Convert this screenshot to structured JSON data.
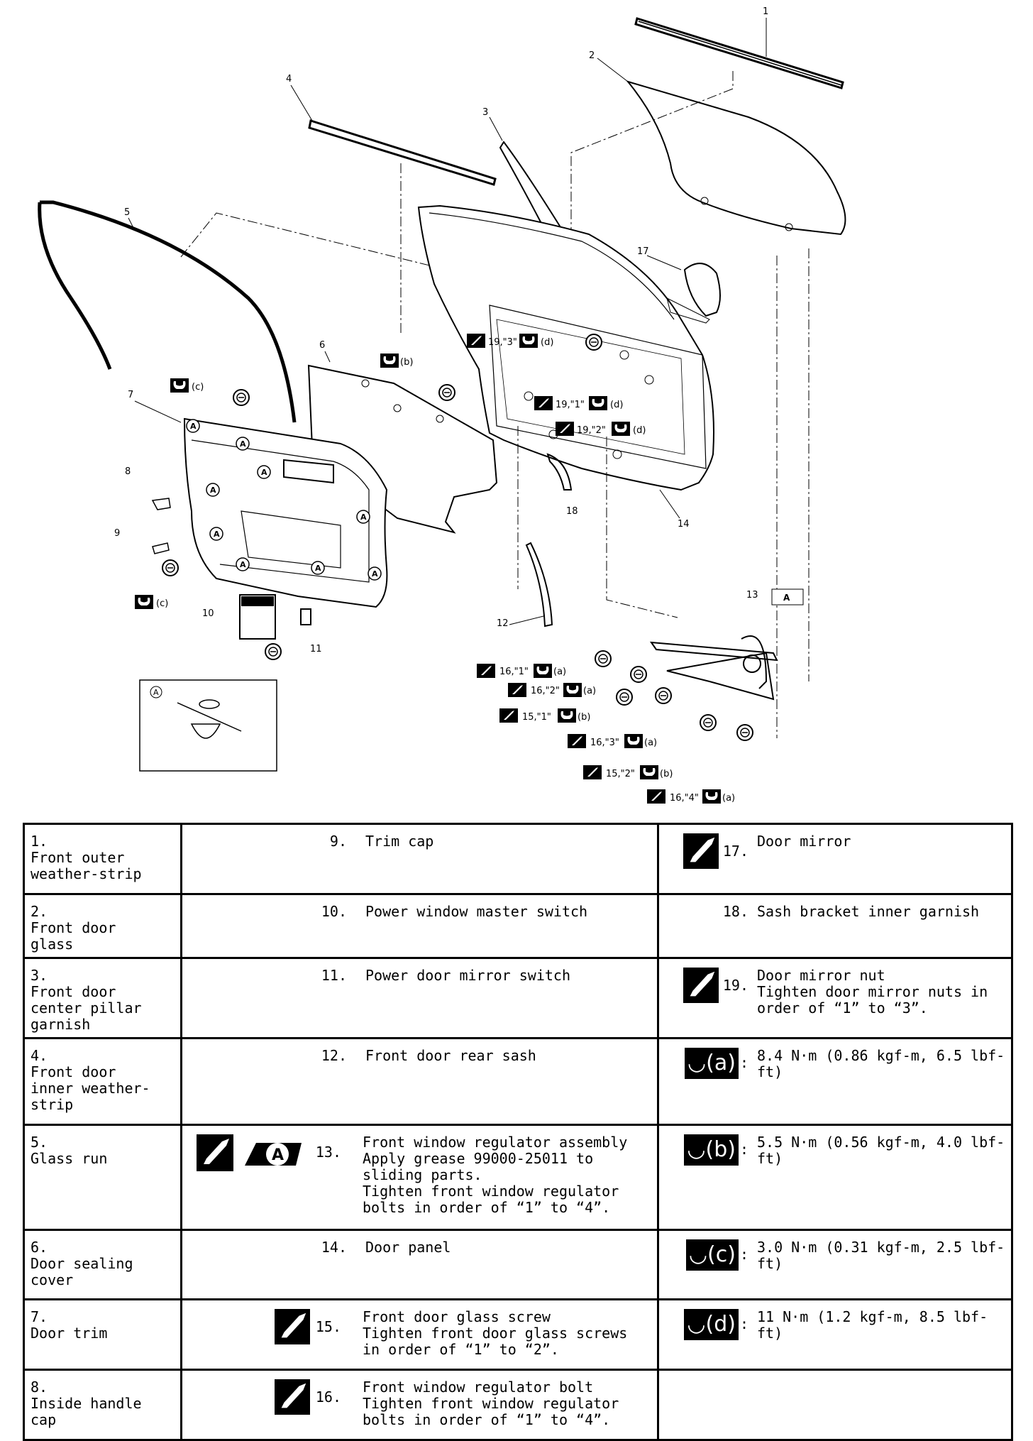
{
  "callouts": {
    "n1": "1",
    "n2": "2",
    "n3": "3",
    "n4": "4",
    "n5": "5",
    "n6": "6",
    "n7": "7",
    "n8": "8",
    "n9": "9",
    "n10": "10",
    "n11": "11",
    "n12": "12",
    "n13": "13",
    "n14": "14",
    "n17": "17",
    "n18": "18"
  },
  "fastener_tags": {
    "t19_3": "19,\"3\"",
    "t19_1": "19,\"1\"",
    "t19_2": "19,\"2\"",
    "t16_1": "16,\"1\"",
    "t16_2": "16,\"2\"",
    "t15_1": "15,\"1\"",
    "t16_3": "16,\"3\"",
    "t15_2": "15,\"2\"",
    "t16_4": "16,\"4\""
  },
  "torque_letters": {
    "a": "(a)",
    "b": "(b)",
    "c": "(c)",
    "d": "(d)"
  },
  "clip_marker": "A",
  "legend": {
    "rows": [
      {
        "n1": "1.",
        "d1": "Front outer weather-strip",
        "n2": "9.",
        "d2": "Trim cap",
        "n3": "17.",
        "d3": "Door mirror"
      },
      {
        "n1": "2.",
        "d1": "Front door glass",
        "n2": "10.",
        "d2": "Power window master switch",
        "n3": "18.",
        "d3": "Sash bracket inner garnish"
      },
      {
        "n1": "3.",
        "d1": "Front door center pillar garnish",
        "n2": "11.",
        "d2": "Power door mirror switch",
        "n3": "19.",
        "d3": "Door mirror nut",
        "d3b": "Tighten door mirror nuts in order of “1” to “3”."
      },
      {
        "n1": "4.",
        "d1": "Front door inner weather-strip",
        "n2": "12.",
        "d2": "Front door rear sash",
        "n3": "(a)",
        "d3": "8.4 N·m (0.86 kgf-m, 6.5 lbf-ft)"
      },
      {
        "n1": "5.",
        "d1": "Glass run",
        "n2": "13.",
        "d2": "Front window regulator assembly",
        "d2b": "Apply grease 99000-25011 to sliding parts.",
        "d2c": "Tighten front window regulator bolts in order of “1” to “4”.",
        "n3": "(b)",
        "d3": "5.5 N·m (0.56 kgf-m, 4.0 lbf-ft)"
      },
      {
        "n1": "6.",
        "d1": "Door sealing cover",
        "n2": "14.",
        "d2": "Door panel",
        "n3": "(c)",
        "d3": "3.0 N·m (0.31 kgf-m, 2.5 lbf-ft)"
      },
      {
        "n1": "7.",
        "d1": "Door trim",
        "n2": "15.",
        "d2": "Front door glass screw",
        "d2b": "Tighten front door glass screws in order of “1” to “2”.",
        "n3": "(d)",
        "d3": "11 N·m (1.2 kgf-m, 8.5 lbf-ft)"
      },
      {
        "n1": "8.",
        "d1": "Inside handle cap",
        "n2": "16.",
        "d2": "Front window regulator bolt",
        "d2b": "Tighten front window regulator bolts in order of “1” to “4”."
      }
    ]
  }
}
